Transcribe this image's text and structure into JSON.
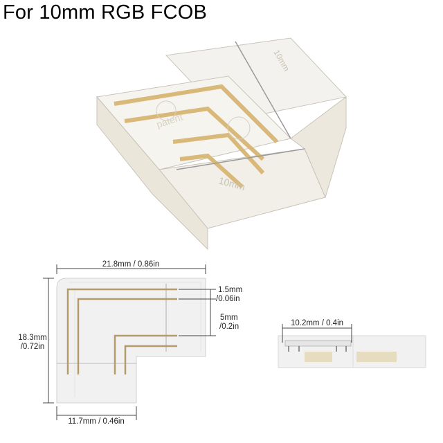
{
  "title": "For 10mm RGB FCOB",
  "product_photo": {
    "embossed_text": [
      "patent",
      "10mm",
      "10mm"
    ]
  },
  "top_view": {
    "width_label": "21.8mm / 0.86in",
    "height_label_mm": "18.3mm",
    "height_label_in": "/0.72in",
    "leg_width_label": "11.7mm / 0.46in",
    "pin_spacing_mm": "1.5mm",
    "pin_spacing_in": "/0.06in",
    "pin_group_spacing_mm": "5mm",
    "pin_group_spacing_in": "/0.2in"
  },
  "side_view": {
    "width_label": "10.2mm / 0.4in"
  },
  "colors": {
    "gold": "#b59a6a",
    "plastic": "#eeeeee",
    "outline": "#cfcfcf",
    "dim_line": "#444444"
  }
}
